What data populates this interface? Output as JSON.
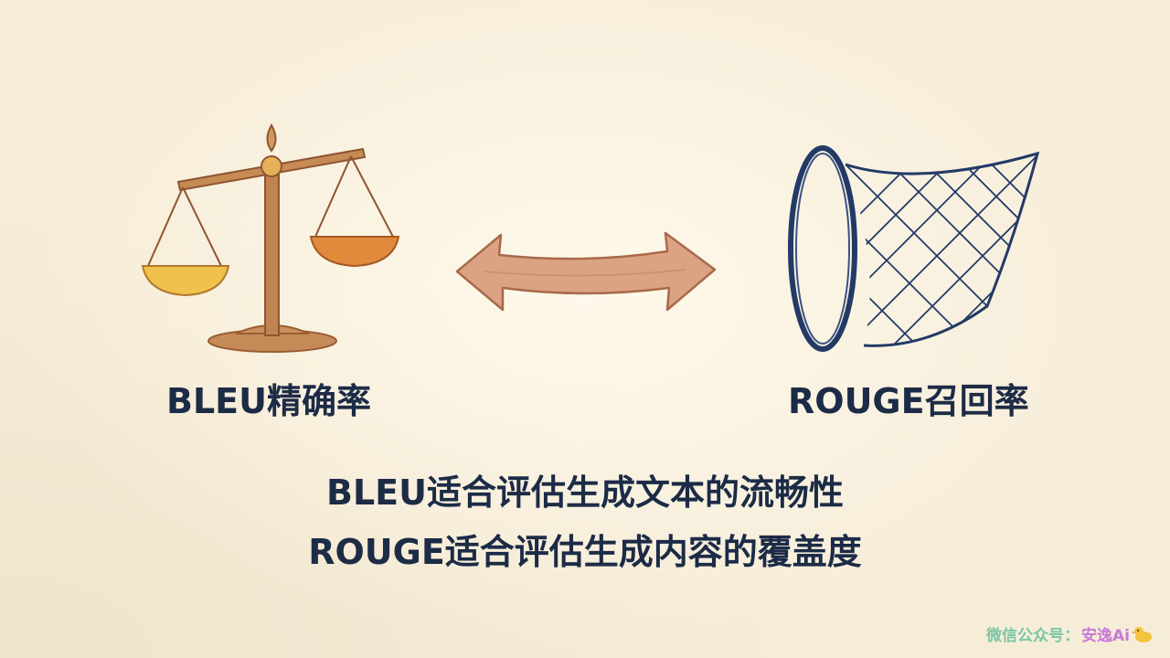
{
  "labels": {
    "bleu": "BLEU精确率",
    "rouge": "ROUGE召回率"
  },
  "captions": {
    "line1": "BLEU适合评估生成文本的流畅性",
    "line2": "ROUGE适合评估生成内容的覆盖度"
  },
  "watermark": {
    "prefix": "微信公众号：",
    "brand": "安逸Ai"
  },
  "icons": {
    "left": "balance-scale-icon",
    "middle": "double-arrow-icon",
    "right": "net-icon",
    "watermark": "duck-icon"
  },
  "colors": {
    "text": "#1c2b46",
    "scale_wood": "#b77847",
    "pan_left": "#f0c24b",
    "pan_right": "#e28a3c",
    "arrow": "#d59a78",
    "net": "#233a67"
  }
}
